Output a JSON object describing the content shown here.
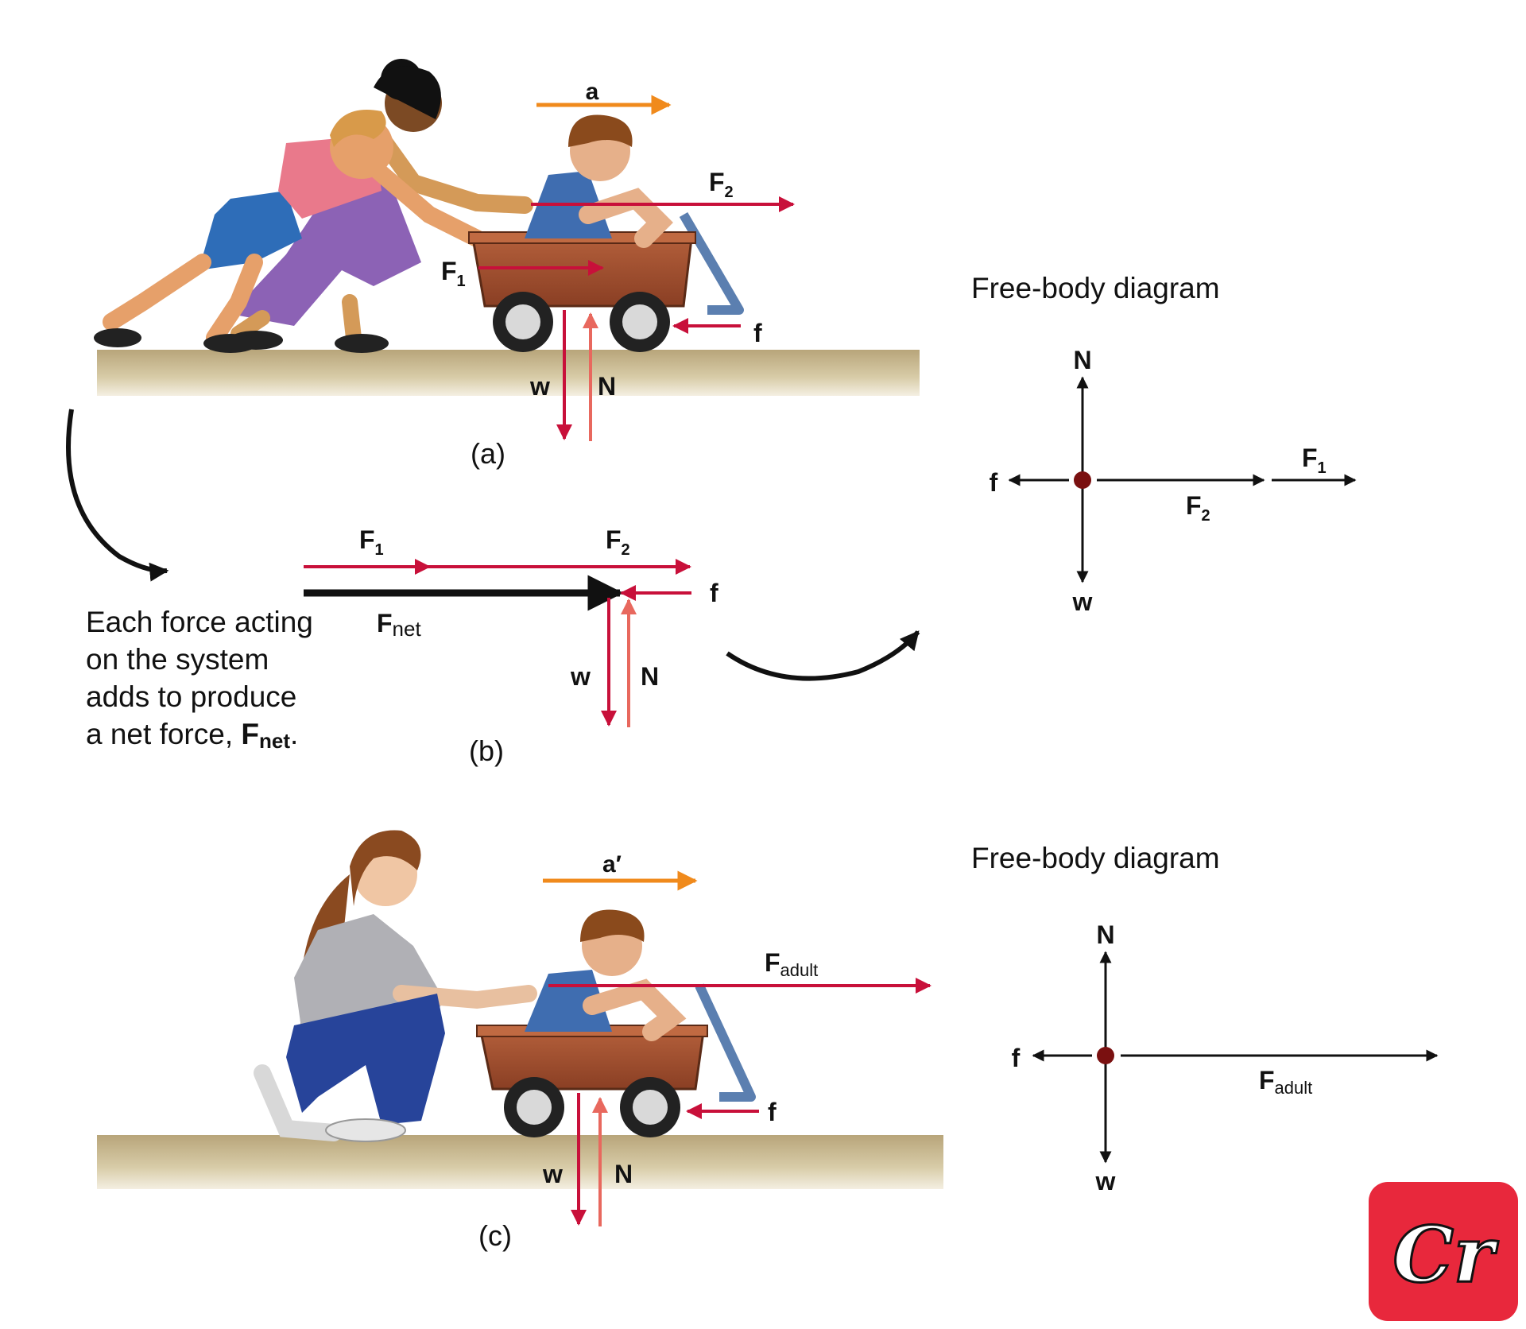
{
  "panel_a": {
    "caption": "(a)",
    "labels": {
      "a": "a",
      "F2": "F",
      "F2_sub": "2",
      "F1": "F",
      "F1_sub": "1",
      "f": "f",
      "w": "w",
      "N": "N"
    }
  },
  "panel_b": {
    "caption": "(b)",
    "labels": {
      "F1": "F",
      "F1_sub": "1",
      "F2": "F",
      "F2_sub": "2",
      "Fnet": "F",
      "Fnet_sub": "net",
      "f": "f",
      "w": "w",
      "N": "N"
    },
    "note_lines": [
      "Each force acting",
      "on the system",
      "adds to produce",
      "a net force, "
    ],
    "note_symbol": "F",
    "note_symbol_sub": "net",
    "note_end": "."
  },
  "panel_c": {
    "caption": "(c)",
    "labels": {
      "a": "a′",
      "Fadult": "F",
      "Fadult_sub": "adult",
      "f": "f",
      "w": "w",
      "N": "N"
    }
  },
  "fbd_top": {
    "title": "Free-body diagram",
    "labels": {
      "N": "N",
      "w": "w",
      "f": "f",
      "F2": "F",
      "F2_sub": "2",
      "F1": "F",
      "F1_sub": "1"
    }
  },
  "fbd_bottom": {
    "title": "Free-body diagram",
    "labels": {
      "N": "N",
      "w": "w",
      "f": "f",
      "Fadult": "F",
      "Fadult_sub": "adult"
    }
  },
  "logo": {
    "text": "Cr",
    "bg_color": "#e8283c"
  },
  "colors": {
    "force": "#c8103a",
    "force_light": "#e8685e",
    "accel": "#f08a1c",
    "ground": "#c9b98c",
    "wagon": "#a5502f"
  }
}
